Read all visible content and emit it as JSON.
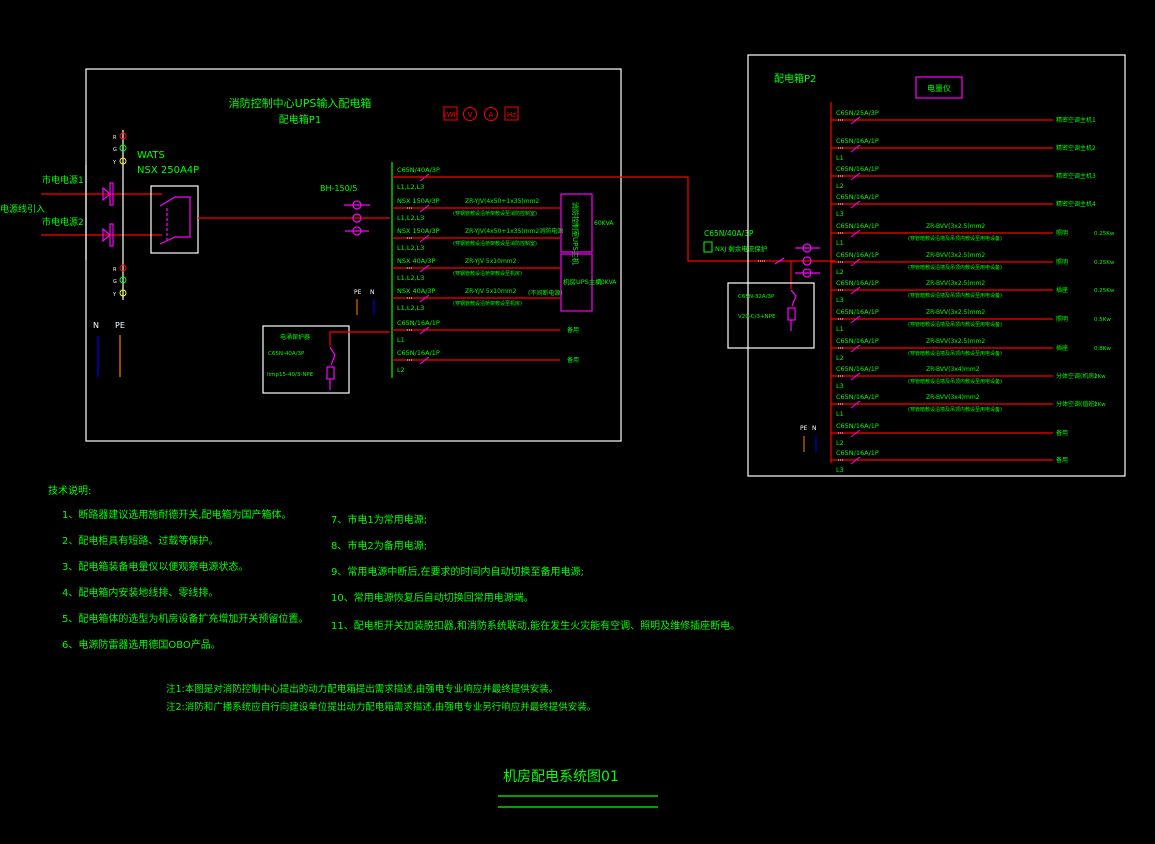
{
  "colors": {
    "background": "#000000",
    "text": "#00ff00",
    "wire": "#ff0000",
    "device": "#ff00ff",
    "frame": "#ffffff",
    "neutral": "#0000ff",
    "pe": "#ff8000"
  },
  "panel1": {
    "title": "消防控制中心UPS输入配电箱",
    "code": "配电箱P1",
    "ats_label": "WATS",
    "ats_model": "NSX 250A4P",
    "ct_label": "BH-150/5",
    "meters": [
      "kWh",
      "V",
      "A",
      "Hz"
    ],
    "sources": [
      "市电电源1",
      "市电电源2"
    ],
    "incoming_label": "电源线引入",
    "lamps": [
      "R",
      "G",
      "Y"
    ],
    "bus_labels": {
      "n": "N",
      "pe": "PE"
    },
    "pe_n_small": {
      "pe": "PE",
      "n": "N"
    },
    "spd": {
      "title": "电涌保护器",
      "breaker": "C65N-40A/3P",
      "model": "Iimp15-40/3-NPE"
    },
    "circuits": [
      {
        "breaker": "C65N/40A/3P",
        "phase": "L1,L2,L3",
        "cable": "",
        "note": "",
        "load": ""
      },
      {
        "breaker": "NSX 150A/3P",
        "phase": "L1,L2,L3",
        "cable": "ZR-YJV(4x50+1x35)mm2",
        "note": "(穿钢管敷设沿桥架敷设至消防控制室)",
        "load": ""
      },
      {
        "breaker": "NSX 150A/3P",
        "phase": "L1,L2,L3",
        "cable": "ZR-YJV(4x50+1x35)mm2消防电源",
        "note": "(穿钢管敷设沿桥架敷设至消防控制室)",
        "load": ""
      },
      {
        "breaker": "NSX 40A/3P",
        "phase": "L1,L2,L3",
        "cable": "ZR-YJV 5x10mm2",
        "note": "(穿钢管敷设沿桥架敷设至机房)",
        "load": ""
      },
      {
        "breaker": "NSX 40A/3P",
        "phase": "L1,L2,L3",
        "cable": "ZR-YJV 5x10mm2",
        "note": "(穿钢管敷设沿桥架敷设至机房)",
        "load": "(不间断电源)"
      },
      {
        "breaker": "C65N/16A/1P",
        "phase": "L1",
        "cable": "",
        "note": "",
        "load": "备用"
      },
      {
        "breaker": "C65N/16A/1P",
        "phase": "L2",
        "cable": "",
        "note": "",
        "load": "备用"
      }
    ],
    "ups_boxes": [
      {
        "label": "消防控制室UPS主机",
        "rating": "60KVA"
      },
      {
        "label": "机房UPS主机",
        "rating": "20KVA"
      }
    ]
  },
  "feeder": {
    "breaker": "C65N/40A/3P",
    "model": "NXJ 剩余电流保护"
  },
  "panel2": {
    "code": "配电箱P2",
    "meter_box": "电量仪",
    "spd": {
      "breaker": "C65N-32A/3P",
      "model": "V20-C/3+NPE"
    },
    "pe_n_small": {
      "pe": "PE",
      "n": "N"
    },
    "circuits": [
      {
        "breaker": "C65N/25A/3P",
        "phase": "",
        "cable": "",
        "note": "",
        "load": "精密空调主机1",
        "power": ""
      },
      {
        "breaker": "C65N/16A/1P",
        "phase": "L1",
        "cable": "",
        "note": "",
        "load": "精密空调主机2",
        "power": ""
      },
      {
        "breaker": "C65N/16A/1P",
        "phase": "L2",
        "cable": "",
        "note": "",
        "load": "精密空调主机3",
        "power": ""
      },
      {
        "breaker": "C65N/16A/1P",
        "phase": "L3",
        "cable": "",
        "note": "",
        "load": "精密空调主机4",
        "power": ""
      },
      {
        "breaker": "C65N/16A/1P",
        "phase": "L1",
        "cable": "ZR-BVV(3x2.5)mm2",
        "note": "(穿管暗敷设沿墙及吊顶内敷设至用电设备)",
        "load": "照明",
        "power": "0.25Kw"
      },
      {
        "breaker": "C65N/16A/1P",
        "phase": "L2",
        "cable": "ZR-BVV(3x2.5)mm2",
        "note": "(穿管暗敷设沿墙及吊顶内敷设至用电设备)",
        "load": "照明",
        "power": "0.25Kw"
      },
      {
        "breaker": "C65N/16A/1P",
        "phase": "L3",
        "cable": "ZR-BVV(3x2.5)mm2",
        "note": "(穿管暗敷设沿墙及吊顶内敷设至用电设备)",
        "load": "插座",
        "power": "0.25Kw"
      },
      {
        "breaker": "C65N/16A/1P",
        "phase": "L1",
        "cable": "ZR-BVV(3x2.5)mm2",
        "note": "(穿管暗敷设沿墙及吊顶内敷设至用电设备)",
        "load": "照明",
        "power": "0.5Kw"
      },
      {
        "breaker": "C65N/16A/1P",
        "phase": "L2",
        "cable": "ZR-BVV(3x2.5)mm2",
        "note": "(穿管暗敷设沿墙及吊顶内敷设至用电设备)",
        "load": "插座",
        "power": "0.8Kw"
      },
      {
        "breaker": "C65N/16A/1P",
        "phase": "L3",
        "cable": "ZR-BVV(3x4)mm2",
        "note": "(穿管暗敷设沿墙及吊顶内敷设至用电设备)",
        "load": "分体空调(机房)",
        "power": "2Kw"
      },
      {
        "breaker": "C65N/16A/1P",
        "phase": "L1",
        "cable": "ZR-BVV(3x4)mm2",
        "note": "(穿管暗敷设沿墙及吊顶内敷设至用电设备)",
        "load": "分体空调(值班)",
        "power": "2Kw"
      },
      {
        "breaker": "C65N/16A/1P",
        "phase": "L2",
        "cable": "",
        "note": "",
        "load": "备用",
        "power": ""
      },
      {
        "breaker": "C65N/16A/1P",
        "phase": "L3",
        "cable": "",
        "note": "",
        "load": "备用",
        "power": ""
      }
    ]
  },
  "notes": {
    "heading": "技术说明:",
    "items_left": [
      "1、断路器建议选用施耐德开关,配电箱为国产箱体。",
      "2、配电柜具有短路、过载等保护。",
      "3、配电箱装备电量仪以便观察电源状态。",
      "4、配电箱内安装地线排、零线排。",
      "5、配电箱体的选型为机房设备扩充增加开关预留位置。",
      "6、电源防雷器选用德国OBO产品。"
    ],
    "items_right": [
      "7、市电1为常用电源;",
      "8、市电2为备用电源;",
      "9、常用电源中断后,在要求的时间内自动切换至备用电源;",
      "10、常用电源恢复后自动切换回常用电源端。",
      "11、配电柜开关加装脱扣器,和消防系统联动,能在发生火灾能有空调、照明及维修插座断电。"
    ],
    "remarks": [
      "注1:本图是对消防控制中心提出的动力配电箱提出需求描述,由强电专业响应并最终提供安装。",
      "注2:消防和广播系统应自行向建设单位提出动力配电箱需求描述,由强电专业另行响应并最终提供安装。"
    ]
  },
  "drawing_title": "机房配电系统图01"
}
